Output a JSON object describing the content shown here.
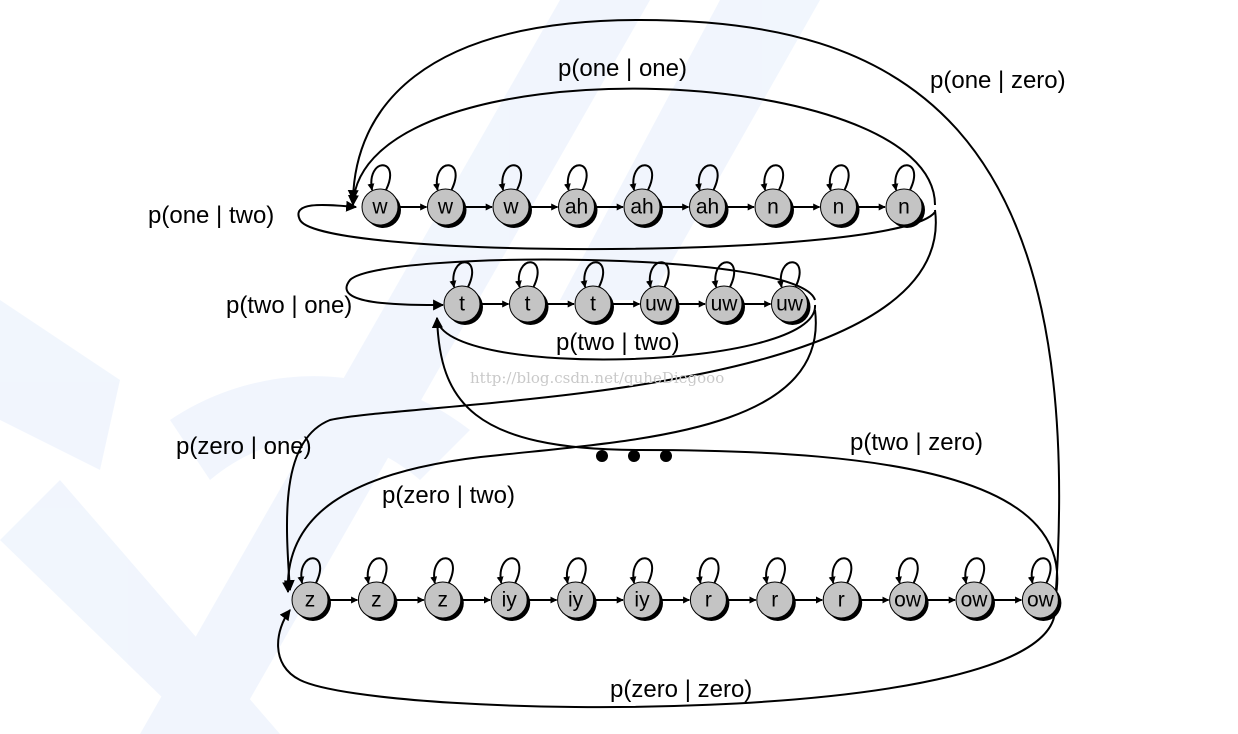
{
  "rows": [
    {
      "id": "one",
      "states": [
        "w",
        "w",
        "w",
        "ah",
        "ah",
        "ah",
        "n",
        "n",
        "n"
      ]
    },
    {
      "id": "two",
      "states": [
        "t",
        "t",
        "t",
        "uw",
        "uw",
        "uw"
      ]
    },
    {
      "id": "zero",
      "states": [
        "z",
        "z",
        "z",
        "iy",
        "iy",
        "iy",
        "r",
        "r",
        "r",
        "ow",
        "ow",
        "ow"
      ]
    }
  ],
  "labels": {
    "p_one_one": "p(one | one)",
    "p_one_zero": "p(one | zero)",
    "p_one_two": "p(one | two)",
    "p_two_one": "p(two | one)",
    "p_two_two": "p(two | two)",
    "p_zero_one": "p(zero | one)",
    "p_two_zero": "p(two | zero)",
    "p_zero_two": "p(zero | two)",
    "p_zero_zero": "p(zero | zero)"
  },
  "watermark": "http://blog.csdn.net/quheDiegooo",
  "colors": {
    "node_fill": "#c4c4c4",
    "node_shadow": "#000000",
    "line": "#000000",
    "background_watermark": "#e6eefc"
  }
}
